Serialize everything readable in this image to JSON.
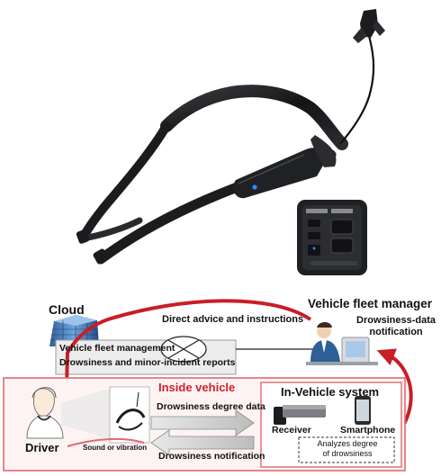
{
  "diagram": {
    "cloud_label": "Cloud",
    "fleet_manager_label": "Vehicle fleet manager",
    "direct_advice": "Direct advice and instructions",
    "drowsiness_data_notification_line1": "Drowsiness-data",
    "drowsiness_data_notification_line2": "notification",
    "cloud_box_line1": "Vehicle fleet management",
    "cloud_box_line2": "Drowsiness and minor-incident reports",
    "inside_vehicle_label": "Inside vehicle",
    "in_vehicle_system_label": "In-Vehicle system",
    "driver_label": "Driver",
    "drowsiness_degree_data": "Drowsiness degree data",
    "drowsiness_notification": "Drowsiness notification",
    "sound_or_vibration": "Sound or vibration",
    "receiver_label": "Receiver",
    "smartphone_label": "Smartphone",
    "analyzes_line1": "Analyzes degree",
    "analyzes_line2": "of drowsiness"
  },
  "colors": {
    "accent_red": "#c81e26",
    "box_red": "#e2686e",
    "headset_black": "#1b1c1e",
    "led_blue": "#2a8cff"
  },
  "icons": [
    "cloud-building-icon",
    "fleet-manager-person-icon",
    "driver-person-icon",
    "receiver-device-icon",
    "smartphone-icon",
    "headset-device-icon",
    "control-unit-icon"
  ]
}
